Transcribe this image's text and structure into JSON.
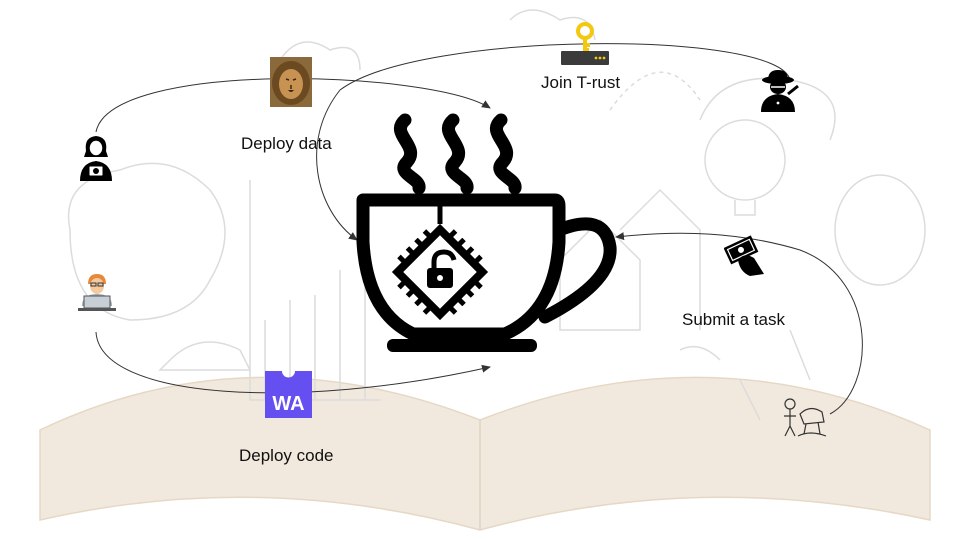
{
  "labels": {
    "deploy_data": "Deploy data",
    "join_trust": "Join T-rust",
    "submit_task": "Submit a task",
    "deploy_code": "Deploy code",
    "wa_logo_text": "WA"
  },
  "colors": {
    "background": "#ffffff",
    "sketch": "#d9d9d9",
    "book": "#e9dccb",
    "arrow": "#333333",
    "cup": "#000000",
    "wa_purple": "#654ff0",
    "key_yellow": "#f2c811",
    "lion": "#b8813e"
  },
  "icons": {
    "data_owner": "woman-with-camera-icon",
    "data_source": "lion-photo-icon",
    "developer": "developer-laptop-icon",
    "code_source": "webassembly-logo-icon",
    "trust_key": "key-icon",
    "trust_server": "server-icon",
    "trust_member": "detective-icon",
    "task_submitter": "hand-with-money-icon",
    "task_origin": "sketch-figures-icon",
    "platform": "coffee-cup-with-chip-icon"
  }
}
